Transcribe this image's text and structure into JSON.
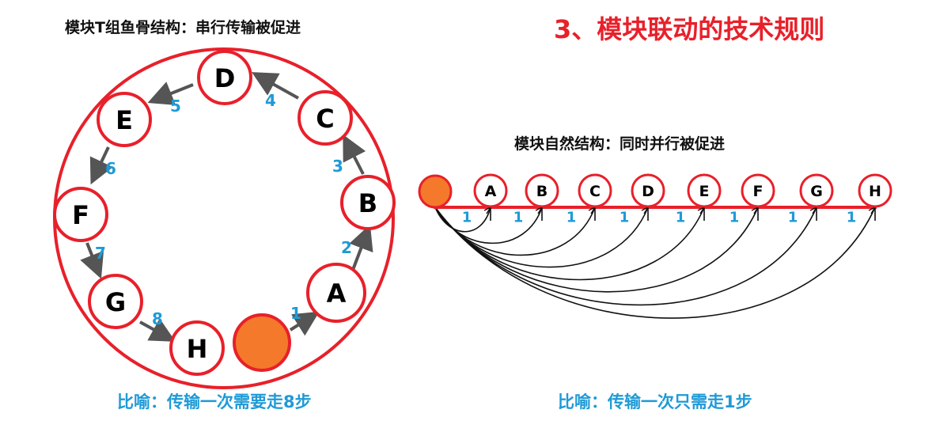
{
  "titles": {
    "left": "模块T组鱼骨结构：串行传输被促进",
    "main": "3、模块联动的技术规则",
    "right": "模块自然结构：同时并行被促进"
  },
  "captions": {
    "left": "比喻：传输一次需要走8步",
    "right": "比喻：传输一次只需走1步"
  },
  "ring": {
    "nodes": [
      "A",
      "B",
      "C",
      "D",
      "E",
      "F",
      "G",
      "H"
    ],
    "steps": [
      "1",
      "2",
      "3",
      "4",
      "5",
      "6",
      "7",
      "8"
    ]
  },
  "line": {
    "nodes": [
      "A",
      "B",
      "C",
      "D",
      "E",
      "F",
      "G",
      "H"
    ],
    "steps": [
      "1",
      "1",
      "1",
      "1",
      "1",
      "1",
      "1",
      "1"
    ]
  },
  "colors": {
    "red": "#e8202a",
    "orange": "#f4792a",
    "blue": "#1f9ad6",
    "arrow": "#555555"
  }
}
